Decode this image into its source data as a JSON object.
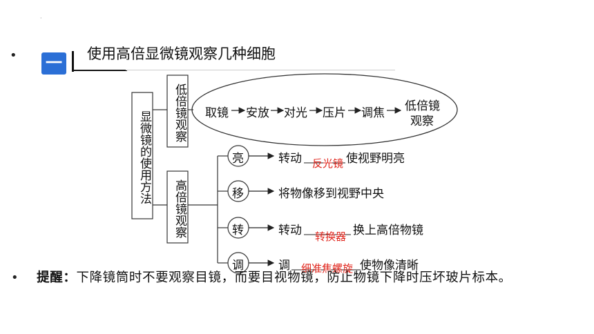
{
  "section": {
    "badge": "一",
    "title": "使用高倍显微镜观察几种细胞"
  },
  "diagram": {
    "root": "显微镜的使用方法",
    "low": {
      "label": "低倍镜观察",
      "steps": [
        "取镜",
        "安放",
        "对光",
        "压片",
        "调焦"
      ],
      "end_line1": "低倍镜",
      "end_line2": "观察"
    },
    "high": {
      "label": "高倍镜观察",
      "rows": [
        {
          "key": "亮",
          "prefix": "转动",
          "blank": "反光镜",
          "suffix": "使视野明亮"
        },
        {
          "key": "移",
          "prefix": "将物像移到视野中央",
          "blank": "",
          "suffix": ""
        },
        {
          "key": "转",
          "prefix": "转动",
          "blank": "转换器",
          "suffix": "换上高倍物镜"
        },
        {
          "key": "调",
          "prefix": "调",
          "blank": "细准焦螺旋",
          "suffix": "使物像清晰"
        }
      ]
    }
  },
  "tip": {
    "label": "提醒：",
    "text": "下降镜筒时不要观察目镜，而要目视物镜，防止物镜下降时压坏玻片标本。"
  }
}
